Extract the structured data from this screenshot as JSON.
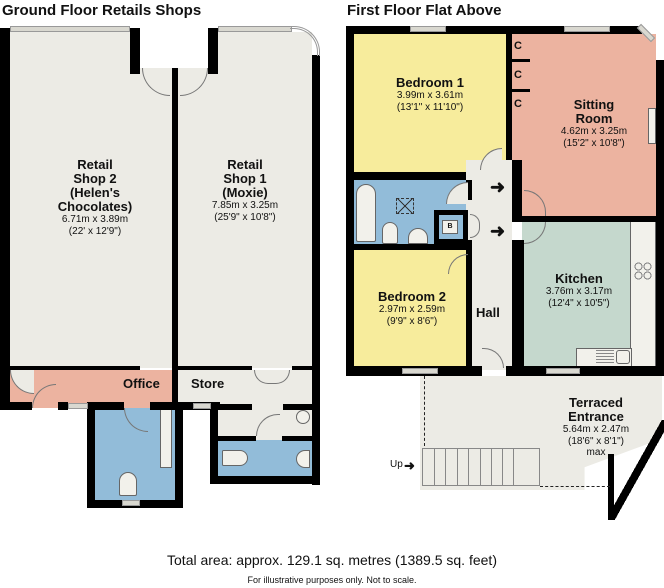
{
  "headings": {
    "ground_floor": "Ground Floor Retails Shops",
    "first_floor": "First Floor Flat Above"
  },
  "ground_floor": {
    "retail_shop_2": {
      "name_lines": [
        "Retail",
        "Shop 2",
        "(Helen's",
        "Chocolates)"
      ],
      "metric": "6.71m x 3.89m",
      "imperial": "(22' x 12'9\")"
    },
    "retail_shop_1": {
      "name_lines": [
        "Retail",
        "Shop 1",
        "(Moxie)"
      ],
      "metric": "7.85m x 3.25m",
      "imperial": "(25'9\" x 10'8\")"
    },
    "office": {
      "name": "Office"
    },
    "store": {
      "name": "Store"
    }
  },
  "first_floor": {
    "bedroom_1": {
      "name": "Bedroom 1",
      "metric": "3.99m x 3.61m",
      "imperial": "(13'1\" x 11'10\")"
    },
    "sitting_room": {
      "name_lines": [
        "Sitting",
        "Room"
      ],
      "metric": "4.62m x 3.25m",
      "imperial": "(15'2\" x 10'8\")"
    },
    "cupboards": [
      "C",
      "C",
      "C"
    ],
    "boiler": "B",
    "bedroom_2": {
      "name": "Bedroom 2",
      "metric": "2.97m x 2.59m",
      "imperial": "(9'9\" x 8'6\")"
    },
    "hall": {
      "name": "Hall"
    },
    "kitchen": {
      "name": "Kitchen",
      "metric": "3.76m x 3.17m",
      "imperial": "(12'4\" x 10'5\")"
    },
    "terraced_entrance": {
      "name_lines": [
        "Terraced",
        "Entrance"
      ],
      "metric": "5.64m x 2.47m",
      "imperial": "(18'6\" x 8'1\")",
      "note": "max"
    },
    "stairs_label": "Up"
  },
  "footer": {
    "total_area": "Total area: approx. 129.1 sq. metres (1389.5 sq. feet)",
    "disclaimer": "For illustrative purposes only. Not to scale."
  },
  "colors": {
    "floor": "#ecebe5",
    "pink": "#ecb3a0",
    "blue": "#92bcd9",
    "yellow": "#f7ec9c",
    "green": "#c5d8cd",
    "wall": "#000000"
  }
}
